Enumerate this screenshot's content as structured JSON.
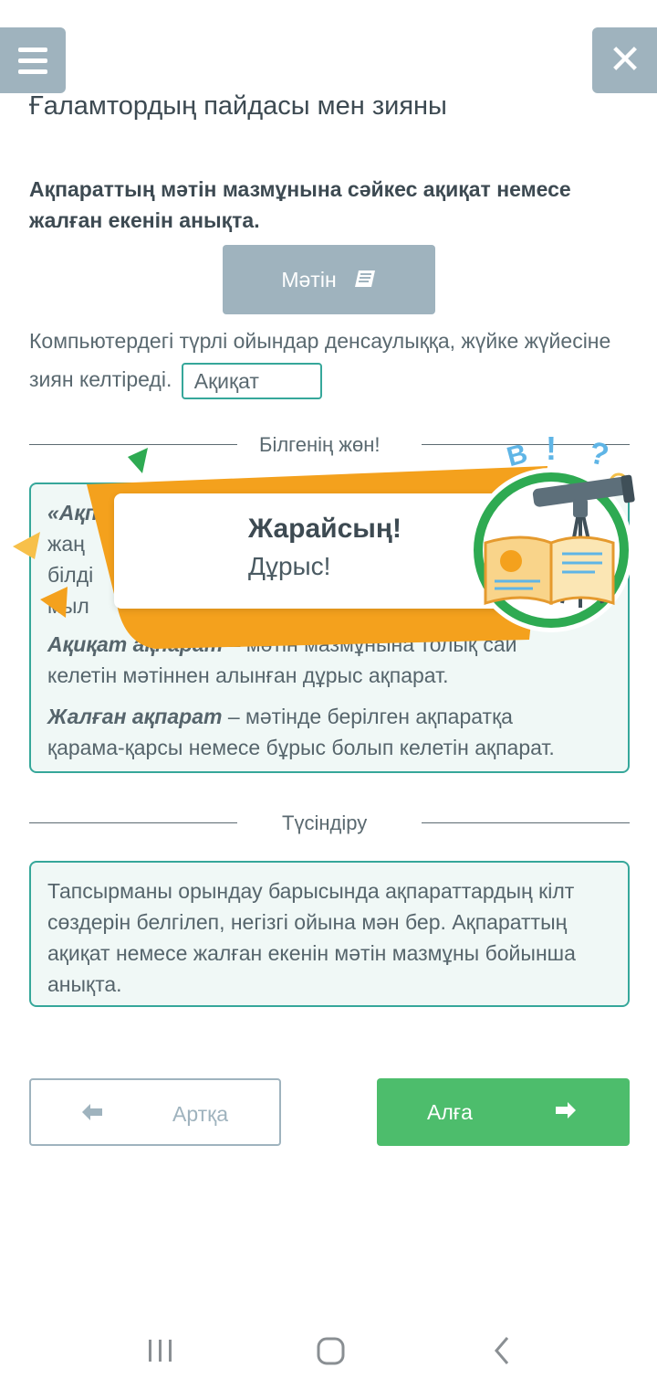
{
  "header": {
    "menu_icon": "hamburger-icon",
    "close_icon": "close-icon",
    "title": "Ғаламтордың пайдасы мен зияны"
  },
  "task": {
    "question": "Ақпараттың мәтін мазмұнына сәйкес ақиқат немесе жалған екенін анықта.",
    "text_button": "Мәтін",
    "text_button_icon": "book-icon",
    "statement": "Компьютердегі түрлі ойындар денсаулыққа, жүйке жүйесіне зиян келтіреді.",
    "answer": "Ақиқат"
  },
  "know": {
    "heading": "Білгенің жөн!",
    "p1_start": "«Ақп",
    "p1_line2": "жаң",
    "p1_line3": "білді",
    "p1_line4": "мыл",
    "p2_term": "Ақиқат ақпарат",
    "p2_line1_rest": " – мәтін мазмұнына толық сай",
    "p2_line2": "келетін мәтіннен алынған дұрыс ақпарат.",
    "p3_term": "Жалған ақпарат",
    "p3_line1_rest": " – мәтінде берілген ақпаратқа",
    "p3_line2": "қарама-қарсы немесе бұрыс болып келетін ақпарат."
  },
  "explain": {
    "heading": "Түсіндіру",
    "text": "Тапсырманы орындау барысында ақпараттардың кілт сөздерін белгілеп, негізгі ойына мән бер. Ақпараттың ақиқат немесе жалған екенін мәтін мазмұны бойынша анықта."
  },
  "feedback": {
    "title": "Жарайсың!",
    "subtitle": "Дұрыс!",
    "illustration": "telescope-book-illustration",
    "symbols": [
      "B",
      "!",
      "?"
    ]
  },
  "nav": {
    "back": "Артқа",
    "next": "Алға",
    "back_icon": "arrow-left-icon",
    "next_icon": "arrow-right-icon"
  },
  "system_nav": {
    "recents_icon": "recents-icon",
    "home_icon": "home-icon",
    "back_icon": "back-chevron-icon"
  },
  "colors": {
    "accent_teal": "#36a79a",
    "button_gray": "#9fb3be",
    "next_green": "#4dbd6c",
    "popup_orange": "#f4a11d",
    "popup_green": "#2eaa52"
  }
}
